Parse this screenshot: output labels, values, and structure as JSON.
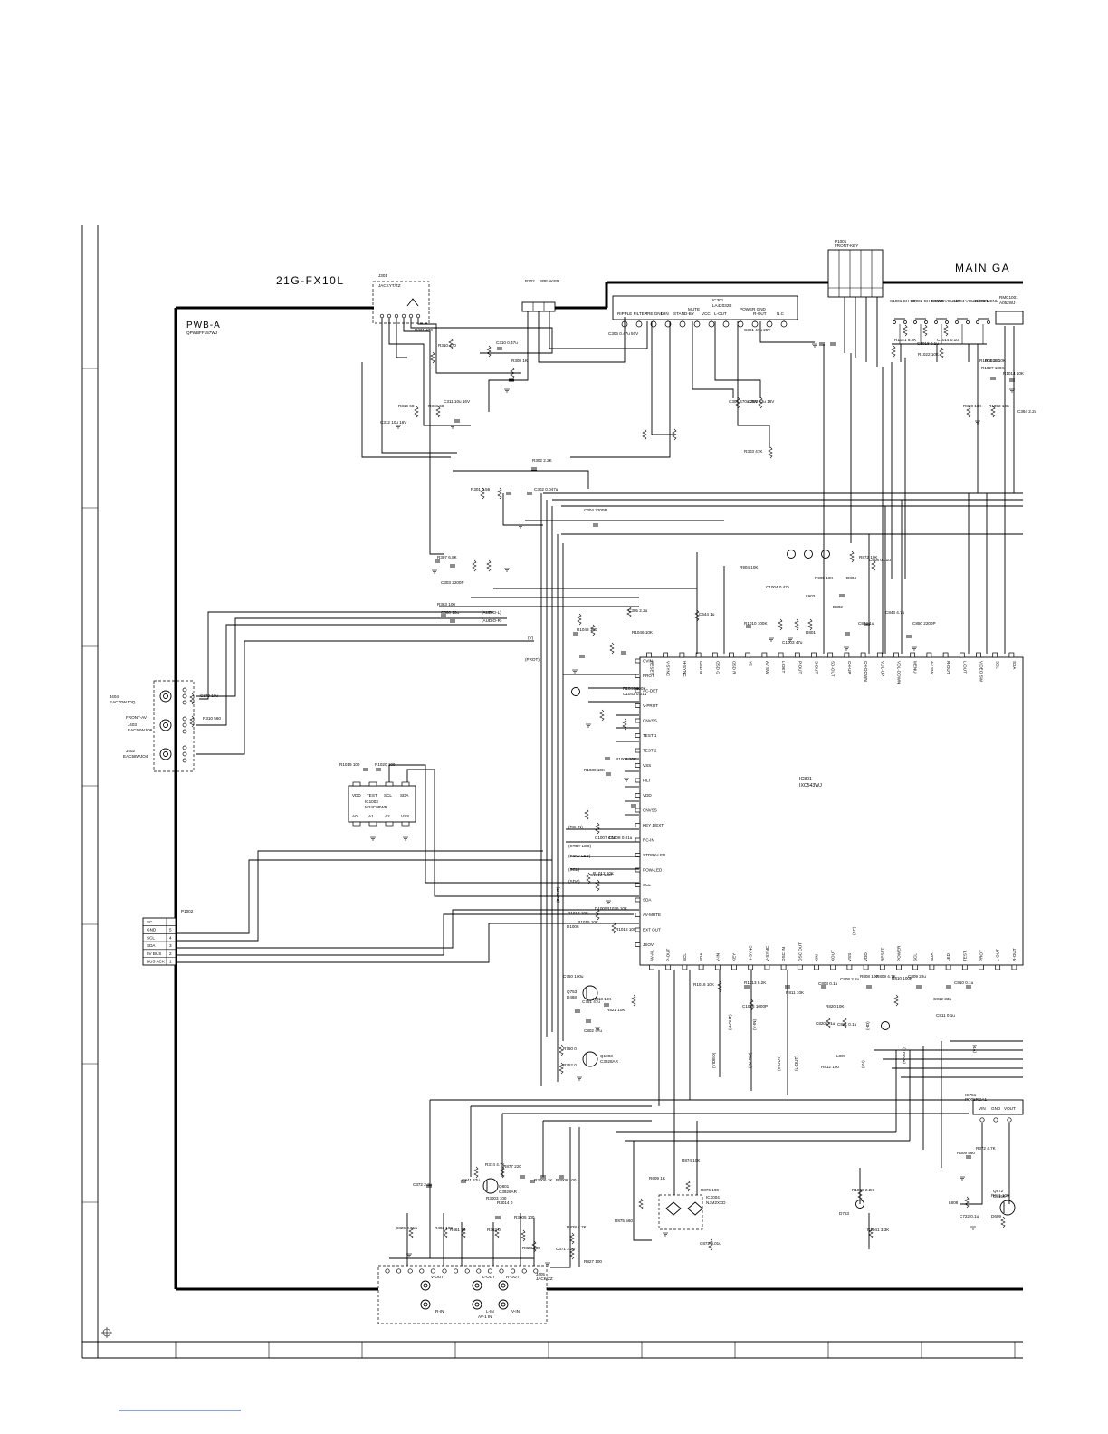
{
  "model": "21G-FX10L",
  "board_main": "MAIN GA",
  "pwb": {
    "name": "PWB-A",
    "part": "QPWBFF157WJ"
  },
  "ics": [
    {
      "ref": "IC301",
      "part": "LA42032E",
      "pins": [
        "RIPPLE FILTER",
        "PRE GND",
        "L-IN",
        "STAND-BY",
        "MUTE",
        "VCC",
        "L-OUT",
        "L-OUT",
        "POWER GND",
        "R-OUT",
        "R-OUT",
        "N.C"
      ]
    },
    {
      "ref": "IC801",
      "part": "IXC543WJ",
      "left_pins": [
        "CVIN",
        "PROT",
        "AC-DET",
        "V-PROT",
        "CNVSS",
        "TEST 1",
        "TEST 2",
        "VSS",
        "FILT",
        "VDD",
        "CNVSS",
        "KEY 1/EXT",
        "RC-IN",
        "STDBY-LED",
        "POW-LED",
        "SCL",
        "SDA",
        "AV-MUTE",
        "EXT OUT",
        "JSOV"
      ],
      "top_pins": [
        "RESET",
        "V-SYNC",
        "H-SYNC",
        "OSD B",
        "OSD G",
        "OSD R",
        "YS",
        "AV SW",
        "L-DET",
        "P-OUT",
        "S-OUT",
        "SD-OUT",
        "CH-UP",
        "CH-DOWN",
        "VOL-UP",
        "VOL-DOWN",
        "MENU",
        "AV SW",
        "R-OUT",
        "L-OUT",
        "VIDEO SW",
        "SCL",
        "SDA"
      ],
      "bottom_pins": [
        "AV-AL",
        "P-OUT",
        "SCL",
        "SDA",
        "V-IN",
        "KEY",
        "H-SYNC",
        "V-SYNC",
        "OSC IN",
        "OSC OUT",
        "XIN",
        "XOUT",
        "VSS",
        "VDD",
        "RESET",
        "POWER",
        "SCL",
        "SDA",
        "LED",
        "TEST",
        "PROT",
        "L-OUT",
        "R-OUT"
      ]
    },
    {
      "ref": "IC1003",
      "part": "M24C08WR",
      "pins_top": [
        "VDD",
        "TEST",
        "SCL",
        "SDA"
      ],
      "pins_bottom": [
        "A0",
        "A1",
        "A2",
        "VSS"
      ]
    },
    {
      "ref": "IC3004",
      "part": "NJM2XXD"
    },
    {
      "ref": "IC751",
      "part": "PQ05RDA1",
      "pins": [
        "VIN",
        "GND",
        "VOUT"
      ]
    }
  ],
  "connectors": [
    {
      "ref": "J301",
      "part": "JACKYT/ZZ"
    },
    {
      "ref": "P302",
      "part": "SPEAKER"
    },
    {
      "ref": "P1001",
      "part": "FRONT-KEY"
    },
    {
      "ref": "P1002",
      "pins": [
        "SC",
        "GND",
        "SCL",
        "SDA",
        "5V BUS",
        "BUS ACK"
      ],
      "nums": [
        "",
        "5",
        "4",
        "3",
        "2",
        "1"
      ]
    },
    {
      "ref": "J404",
      "part": "EAC70WJOQ"
    },
    {
      "ref": "J403",
      "part": "EAC58WJO6",
      "label": "FRONT-AV"
    },
    {
      "ref": "J402",
      "part": "EAC58WJO4"
    },
    {
      "ref": "J405",
      "part": "JACK/ZZ",
      "labels": [
        "V-OUT",
        "L-OUT",
        "R-OUT",
        "R-IN",
        "L-IN",
        "V-IN"
      ],
      "label2": "AV-1 IN"
    }
  ],
  "keys": [
    "S1001 CH UP",
    "S1002 CH DOWN",
    "S1003 VOL UP",
    "S1004 VOL DOWN",
    "S1005 MENU"
  ],
  "remote": {
    "ref": "RMC1001",
    "part": "A052WJ"
  },
  "transistors": [
    {
      "ref": "Q753",
      "part": "D468"
    },
    {
      "ref": "Q1003",
      "part": "C3928AR"
    },
    {
      "ref": "Q801",
      "part": "C3926AR"
    },
    {
      "ref": "Q872",
      "part": "C3156-Y"
    }
  ],
  "parts": [
    "R331 470",
    "R310 470",
    "R319 68",
    "R318 68",
    "C311 10u 16V",
    "C312 10u 16V",
    "R308 1K",
    "C310 0.47u",
    "C306 0.47u 50V",
    "C301 47u 25V",
    "C304 470u 25V",
    "C305 33u 16V",
    "R303 47K",
    "R302 2.2K",
    "R301 0.56",
    "C302 0.047u",
    "R307 6.8K",
    "C303 2200P",
    "C304 2200P",
    "C305 2.2u",
    "C644 1u",
    "R1010 100K",
    "R1044 100K",
    "C1043 0.01u",
    "R1001 10K",
    "R1030 10K",
    "C1007 47u",
    "C1008 0.01u",
    "C1012 100P",
    "R1012 10K",
    "R1017 10K",
    "D1005",
    "D1006",
    "R1018 100",
    "R1019 100",
    "R1020 100",
    "C1004 0.47u",
    "C1003 47u",
    "R904 10K",
    "R905 10K",
    "L903",
    "D802",
    "D804",
    "D801",
    "C808 0.01u",
    "C842 1u",
    "C843 4.7u",
    "C850 2200P",
    "R872 10K",
    "R873 10K",
    "R1052 10K",
    "R1027 100K",
    "R1014 10K",
    "C1014 0.1u",
    "C1018 0.1u",
    "R1021 8.2K",
    "R1022 10K",
    "R1025 10K",
    "R1026 10K",
    "R1006 100",
    "R1048 100",
    "R1046 10K",
    "R1015 10K",
    "R1016 10K",
    "C1016 1000P",
    "R1013 8.2K",
    "R811 10K",
    "R820 10K",
    "C803 0.1u",
    "C808 2.2u",
    "R808 100",
    "R809 4.7K",
    "R810 100K",
    "C809 22u",
    "C810 0.1u",
    "C811 0.1u",
    "C812 33u",
    "C820 0.1u",
    "C821 0.1u",
    "L807",
    "R812 100",
    "R813 10K",
    "R821 10K",
    "C802 47u",
    "R750 0",
    "R752 0",
    "C750 100u",
    "C751 47u",
    "D753",
    "R1040 2.2K",
    "R1041 3.3K",
    "L808",
    "C722 0.1u",
    "R611 100",
    "D609",
    "R609 1K",
    "R874 10K",
    "R876 100",
    "C872 0.01u",
    "R875 560",
    "R877 220",
    "R3003 100",
    "R3005 100",
    "R3006 1K",
    "R3008 100",
    "R3014 0",
    "R823 100",
    "R827 100",
    "R828 4.7K",
    "C371 2.2u",
    "C372 2.2u",
    "C841 47u",
    "C826 0.01u",
    "R402 100",
    "R461 75",
    "R362 0",
    "R363 100",
    "C360 10u",
    "C370 10u",
    "R310 560",
    "R374 4.7K",
    "R309 560",
    "R372 4.7K",
    "C364 2.2u",
    "C365 2.2u",
    "R363 1K",
    "R364 1K",
    "D1003"
  ],
  "signal_labels": [
    "(AUDIO-L)",
    "(AUDIO-R)",
    "(V)",
    "(PROT)",
    "(RC-IN)",
    "(STBY-LED)",
    "(POW-LED)",
    "(SCL)",
    "(SDA)",
    "(P-OUT)",
    "(SC)",
    "(5V)",
    "(VIDEO)",
    "(AV SW)",
    "(V-OUT)",
    "(L-OUT)",
    "(R-OUT)",
    "(H-OUT)",
    "(V-IN)",
    "(HD)",
    "(VD)"
  ],
  "bottom_link": ""
}
